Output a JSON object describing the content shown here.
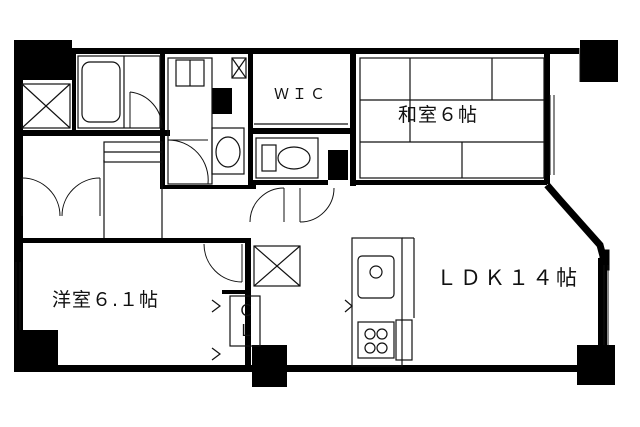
{
  "rooms": {
    "ldk": "ＬＤＫ１４帖",
    "washitsu": "和室６帖",
    "youshitsu": "洋室６.１帖",
    "wic": "ＷＩＣ",
    "cl_c": "Ｃ",
    "cl_l": "Ｌ"
  },
  "colors": {
    "wall": "#000000",
    "line": "#111111",
    "background": "#ffffff"
  }
}
